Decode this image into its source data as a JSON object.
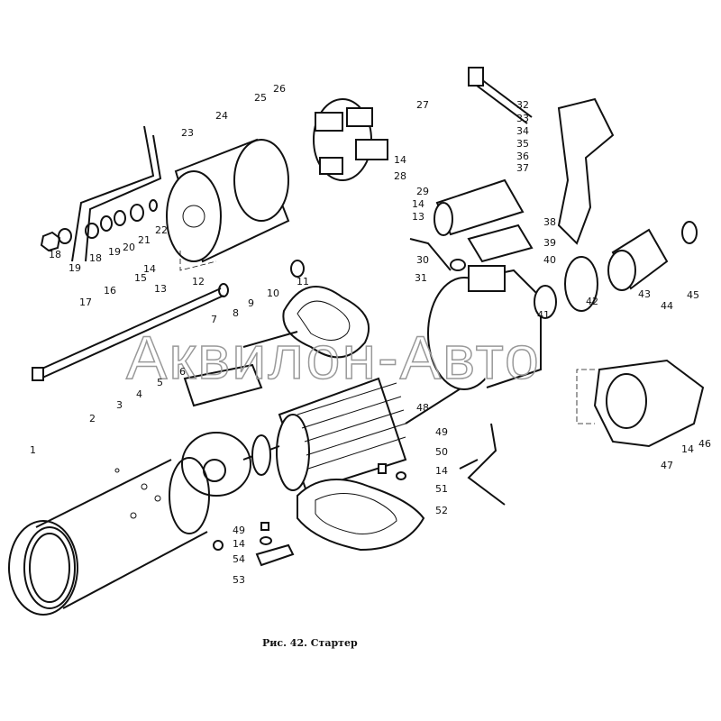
{
  "figure": {
    "caption": "Рис. 42. Стартер",
    "watermark": "Аквилон-Авто",
    "part_labels": [
      "1",
      "2",
      "3",
      "4",
      "5",
      "6",
      "7",
      "8",
      "9",
      "10",
      "11",
      "12",
      "13",
      "14",
      "15",
      "16",
      "17",
      "18",
      "19",
      "18",
      "19",
      "20",
      "21",
      "22",
      "23",
      "24",
      "25",
      "26",
      "27",
      "14",
      "28",
      "29",
      "14",
      "13",
      "30",
      "31",
      "32",
      "33",
      "34",
      "35",
      "36",
      "37",
      "38",
      "39",
      "40",
      "41",
      "42",
      "43",
      "44",
      "45",
      "46",
      "47",
      "14",
      "48",
      "49",
      "50",
      "14",
      "51",
      "52",
      "49",
      "14",
      "54",
      "53"
    ]
  }
}
